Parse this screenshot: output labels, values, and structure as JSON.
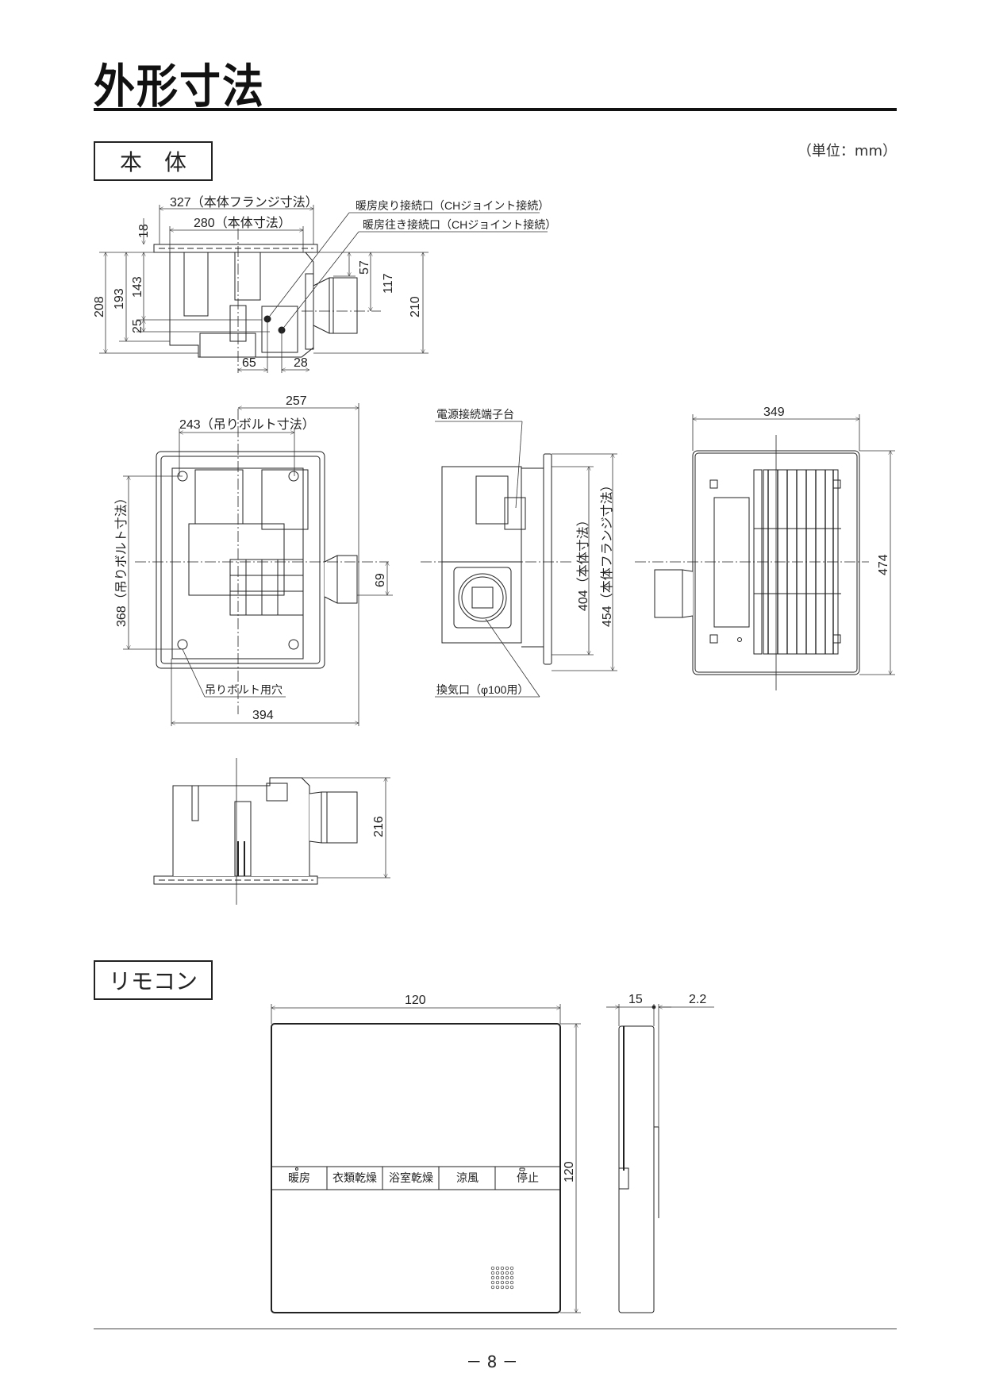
{
  "page": {
    "title": "外形寸法",
    "unit_note": "（単位：mm）",
    "page_number": "－ 8 －"
  },
  "sections": {
    "main_unit": {
      "label": "本　体",
      "side_view_top": {
        "dims": {
          "flange_width": "327（本体フランジ寸法）",
          "body_width": "280（本体寸法）",
          "d18": "18",
          "d208": "208",
          "d193": "193",
          "d143": "143",
          "d25": "25",
          "d65": "65",
          "d28": "28",
          "d57": "57",
          "d117": "117",
          "d210": "210"
        },
        "callouts": {
          "return_port": "暖房戻り接続口（CHジョイント接続）",
          "supply_port": "暖房往き接続口（CHジョイント接続）"
        }
      },
      "plan_view": {
        "dims": {
          "d257": "257",
          "hanging_bolt_pitch_w": "243（吊りボルト寸法）",
          "hanging_bolt_pitch_h": "368（吊りボルト寸法）",
          "d69": "69",
          "d394": "394"
        },
        "callouts": {
          "bolt_hole": "吊りボルト用穴"
        }
      },
      "end_view": {
        "dims": {
          "body_h": "404（本体寸法）",
          "flange_h": "454（本体フランジ寸法）"
        },
        "callouts": {
          "terminal_block": "電源接続端子台",
          "vent_port": "換気口（φ100用）"
        }
      },
      "bottom_view": {
        "dims": {
          "d349": "349",
          "d474": "474"
        }
      },
      "side_view_bottom": {
        "dims": {
          "d216": "216"
        }
      }
    },
    "remote": {
      "label": "リモコン",
      "front_view": {
        "dims": {
          "width": "120",
          "height": "120"
        },
        "buttons": [
          "暖房",
          "衣類乾燥",
          "浴室乾燥",
          "涼風",
          "停止"
        ]
      },
      "side_view": {
        "dims": {
          "depth": "15",
          "protrusion": "2.2"
        }
      }
    }
  }
}
